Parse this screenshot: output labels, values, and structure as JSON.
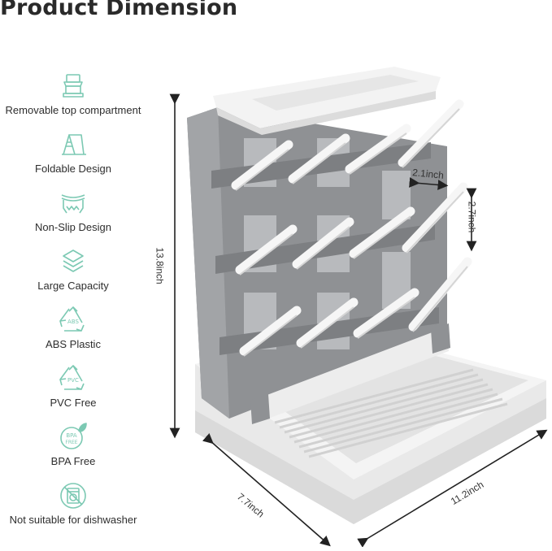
{
  "page": {
    "title": "Product Dimension"
  },
  "features": [
    {
      "label": "Removable top compartment",
      "icon": "tray-stand-icon"
    },
    {
      "label": "Foldable Design",
      "icon": "foldable-stand-icon"
    },
    {
      "label": "Non-Slip Design",
      "icon": "non-slip-base-icon"
    },
    {
      "label": "Large Capacity",
      "icon": "stacked-layers-icon"
    },
    {
      "label": "ABS Plastic",
      "icon": "abs-recycle-icon",
      "badge": "ABS"
    },
    {
      "label": "PVC Free",
      "icon": "pvc-recycle-icon",
      "badge": "PVC"
    },
    {
      "label": "BPA Free",
      "icon": "bpa-free-leaf-icon",
      "badge_top": "BPA",
      "badge_bottom": "FREE"
    },
    {
      "label": "Not suitable for dishwasher",
      "icon": "no-dishwasher-icon"
    }
  ],
  "dimensions": {
    "height": "13.8inch",
    "depth": "7.7inch",
    "width": "11.2inch",
    "peg_spacing_horizontal": "2.1inch",
    "peg_spacing_vertical": "2.7inch"
  },
  "colors": {
    "icon_accent": "#7cc9b3",
    "rack_gray": "#8f9194",
    "base_white": "#f1f1f1",
    "peg_white": "#f6f6f6"
  }
}
